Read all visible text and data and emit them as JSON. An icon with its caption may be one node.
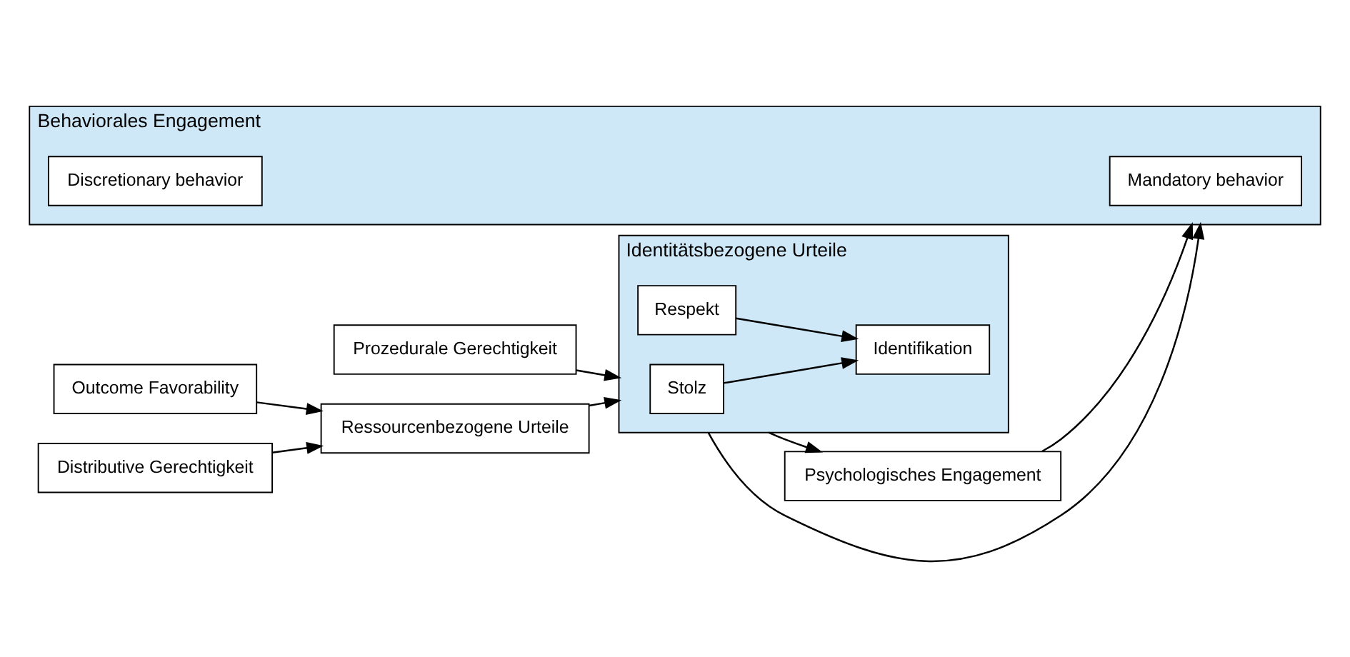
{
  "diagram": {
    "nodes": [
      {
        "text": [
          "Prozedurale Gerechtigkeit"
        ]
      },
      {
        "text": [
          "Identitätsbezogene Urteile"
        ]
      },
      {
        "text": [
          "Stolz"
        ],
        "in": 1
      },
      {
        "text": [
          "Respekt"
        ],
        "in": 1
      },
      {
        "text": [
          "Identifikation"
        ],
        "in": 1
      },
      {
        "text": [
          "Psychologisches Engagement"
        ]
      },
      {
        "text": [
          "Behaviorales Engagement"
        ]
      },
      {
        "text": [
          "Mandatory behavior"
        ],
        "in": 6
      },
      {
        "text": [
          "Discretionary behavior"
        ],
        "in": 6
      },
      {
        "text": [
          "Distributive Gerechtigkeit"
        ]
      },
      {
        "text": [
          "Ressourcenbezogene Urteile"
        ]
      },
      {
        "text": [
          "Outcome Favorability"
        ]
      }
    ],
    "edges": [
      {
        "from": 0,
        "to": 1,
        "arrow": "to"
      },
      {
        "from": 2,
        "to": 4,
        "arrow": "to"
      },
      {
        "from": 3,
        "to": 4,
        "arrow": "to"
      },
      {
        "from": 1,
        "to": 5,
        "arrow": "to"
      },
      {
        "from": 1,
        "to": 6,
        "arrow": "to"
      },
      {
        "from": 5,
        "to": 6,
        "arrow": "to"
      },
      {
        "from": 10,
        "to": 1,
        "arrow": "to"
      },
      {
        "from": 9,
        "to": 10,
        "arrow": "to"
      },
      {
        "from": 11,
        "to": 10,
        "arrow": "to"
      }
    ]
  }
}
